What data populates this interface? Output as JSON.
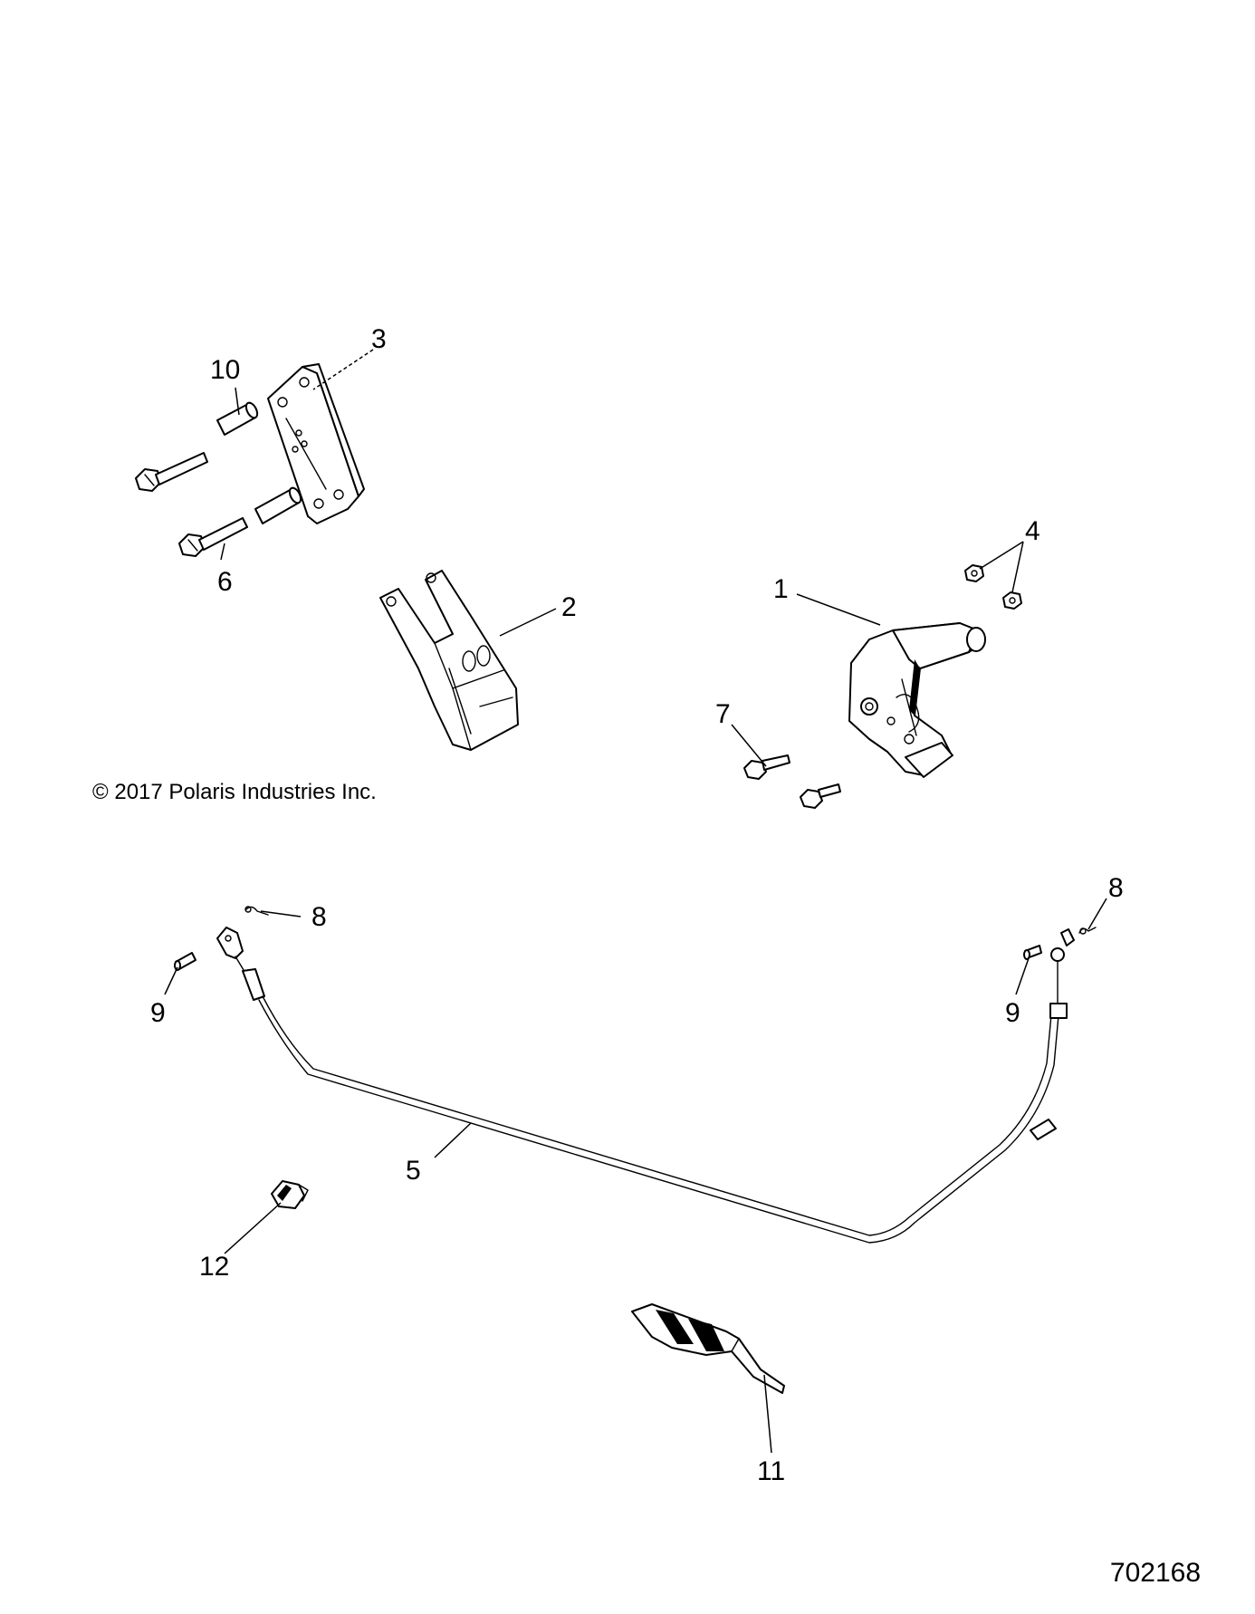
{
  "diagram": {
    "copyright": "© 2017  Polaris Industries Inc.",
    "figure_number": "702168",
    "callouts": {
      "c1": "1",
      "c2": "2",
      "c3": "3",
      "c4": "4",
      "c5": "5",
      "c6": "6",
      "c7": "7",
      "c8_left": "8",
      "c8_right": "8",
      "c9_left": "9",
      "c9_right": "9",
      "c10": "10",
      "c11": "11",
      "c12": "12"
    }
  }
}
